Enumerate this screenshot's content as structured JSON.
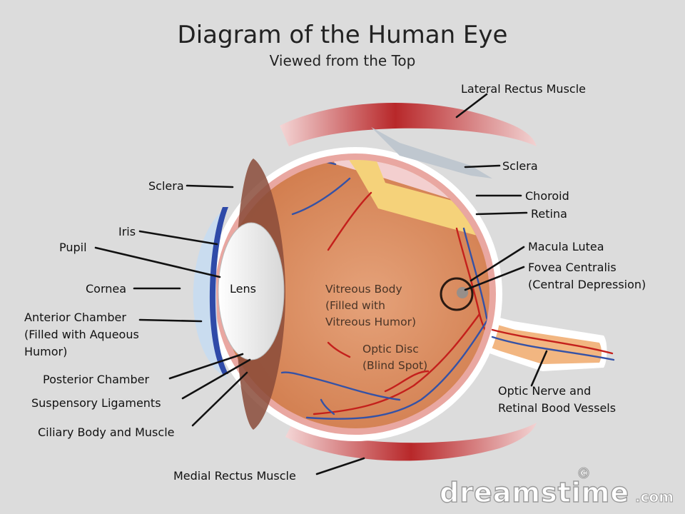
{
  "header": {
    "title": "Diagram of the Human Eye",
    "subtitle": "Viewed from the Top"
  },
  "labels": {
    "lateral_rectus": "Lateral Rectus Muscle",
    "sclera_right": "Sclera",
    "choroid": "Choroid",
    "retina": "Retina",
    "macula_lutea": "Macula Lutea",
    "fovea_line1": "Fovea Centralis",
    "fovea_line2": "(Central Depression)",
    "optic_nerve_line1": "Optic Nerve and",
    "optic_nerve_line2": "Retinal Bood Vessels",
    "medial_rectus": "Medial Rectus Muscle",
    "sclera_left": "Sclera",
    "iris": "Iris",
    "pupil": "Pupil",
    "cornea": "Cornea",
    "anterior_line1": "Anterior Chamber",
    "anterior_line2": "(Filled with Aqueous",
    "anterior_line3": "Humor)",
    "posterior_chamber": "Posterior Chamber",
    "suspensory": "Suspensory Ligaments",
    "ciliary": "Ciliary Body and Muscle",
    "lens": "Lens",
    "vitreous_line1": "Vitreous Body",
    "vitreous_line2": "(Filled with",
    "vitreous_line3": "Vitreous Humor)",
    "optic_disc_line1": "Optic Disc",
    "optic_disc_line2": "(Blind Spot)"
  },
  "watermark": {
    "text": "dreamstime",
    "suffix": ".com",
    "symbol": "©"
  },
  "colors": {
    "background": "#dcdcdc",
    "eyeball": "#d9885a",
    "sclera": "#ffffff",
    "choroid": "#e8a3a0",
    "retina": "#f5d27a",
    "lens": "#e6e6e6",
    "iris": "#2f4aa8",
    "cornea": "#c9dcef",
    "muscle": "#b8282a",
    "optic_nerve": "#f2b681"
  }
}
